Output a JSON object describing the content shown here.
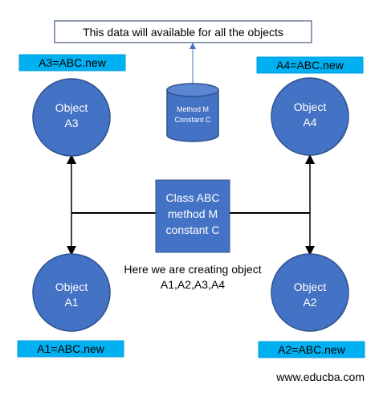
{
  "top_note": "This data will available for all the objects",
  "cylinder": {
    "line1": "Method M",
    "line2": "Constant C"
  },
  "class_box": {
    "line1": "Class ABC",
    "line2": "method M",
    "line3": "constant C"
  },
  "caption": {
    "line1": "Here we are creating object",
    "line2": "A1,A2,A3,A4"
  },
  "objects": [
    {
      "id": "A3",
      "line1": "Object",
      "line2": "A3",
      "label": "A3=ABC.new"
    },
    {
      "id": "A4",
      "line1": "Object",
      "line2": "A4",
      "label": "A4=ABC.new"
    },
    {
      "id": "A1",
      "line1": "Object",
      "line2": "A1",
      "label": "A1=ABC.new"
    },
    {
      "id": "A2",
      "line1": "Object",
      "line2": "A2",
      "label": "A2=ABC.new"
    }
  ],
  "watermark": "www.educba.com",
  "colors": {
    "circle_fill": "#4472c4",
    "circle_stroke": "#2f528f",
    "label_fill": "#00b0f0",
    "class_fill": "#4472c4",
    "arrow": "#4472c4",
    "connector": "#000000",
    "note_border": "#203864"
  }
}
